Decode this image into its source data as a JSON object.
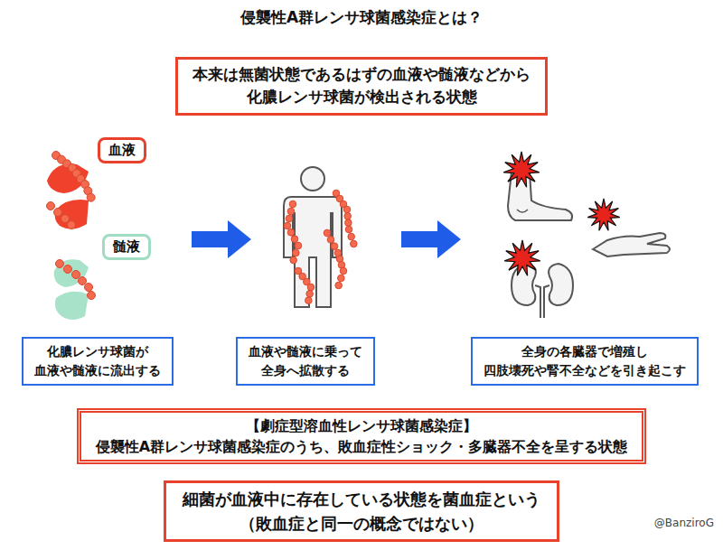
{
  "diagram": {
    "title": "侵襲性A群レンサ球菌感染症とは？",
    "nodes": [
      {
        "text": [
          "本来は無菌状態であるはずの血液や髄液などから 化膿レンサ球菌が検出される状態"
        ]
      },
      {
        "text": [
          "血液"
        ]
      },
      {
        "text": [
          "髄液"
        ]
      },
      {
        "text": [
          "化膿レンサ球菌が 血液や髄液に流出する"
        ]
      },
      {
        "text": [
          "血液や髄液に乗って 全身へ拡散する"
        ]
      },
      {
        "text": [
          "全身の各臓器で増殖し 四肢壊死や腎不全などを引き起こす"
        ]
      },
      {
        "text": [
          "【劇症型溶血性レンサ球菌感染症】",
          "侵襲性A群レンサ球菌感染症のうち、敗血症性ショック・多臓器不全を呈する状態"
        ]
      },
      {
        "text": [
          "細菌が血液中に存在している状態を菌血症という",
          "（敗血症と同一の概念ではない）"
        ]
      }
    ],
    "labels": [
      "@BanziroG"
    ]
  }
}
